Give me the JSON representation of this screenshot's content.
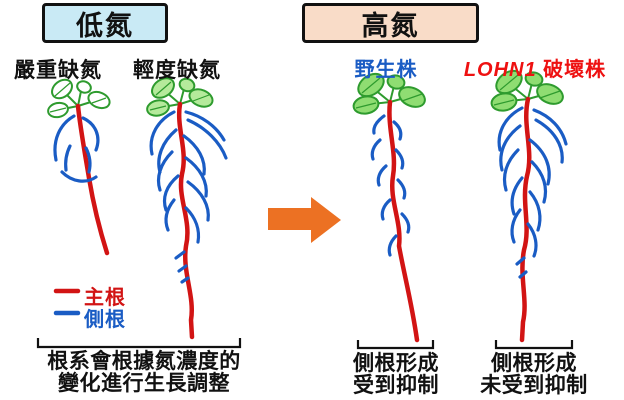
{
  "colors": {
    "low_nitrogen_box_bg": "#c9eaf5",
    "high_nitrogen_box_bg": "#f9dcc8",
    "box_border": "#111111",
    "main_root_red": "#d21414",
    "lateral_root_blue": "#1a5cc4",
    "leaf_green_fill": "#8fdd72",
    "pale_leaf_fill": "#ffffff",
    "leaf_stroke_green": "#2e9b2e",
    "arrow_orange": "#ec7123",
    "wild_type_label_blue": "#1a5cc4",
    "mutant_label_red": "#ee1111"
  },
  "headers": {
    "low_nitrogen": "低氮",
    "high_nitrogen": "高氮"
  },
  "low_section": {
    "severe_label": "嚴重缺氮",
    "mild_label": "輕度缺氮",
    "caption_line1": "根系會根據氮濃度的",
    "caption_line2": "變化進行生長調整"
  },
  "high_section": {
    "wild_type_label": "野生株",
    "mutant_gene_label": "LOHN1",
    "mutant_suffix_label": "破壞株",
    "wild_caption_line1": "側根形成",
    "wild_caption_line2": "受到抑制",
    "mutant_caption_line1": "側根形成",
    "mutant_caption_line2": "未受到抑制"
  },
  "legend": {
    "main_root_label": "主根",
    "lateral_root_label": "側根"
  }
}
